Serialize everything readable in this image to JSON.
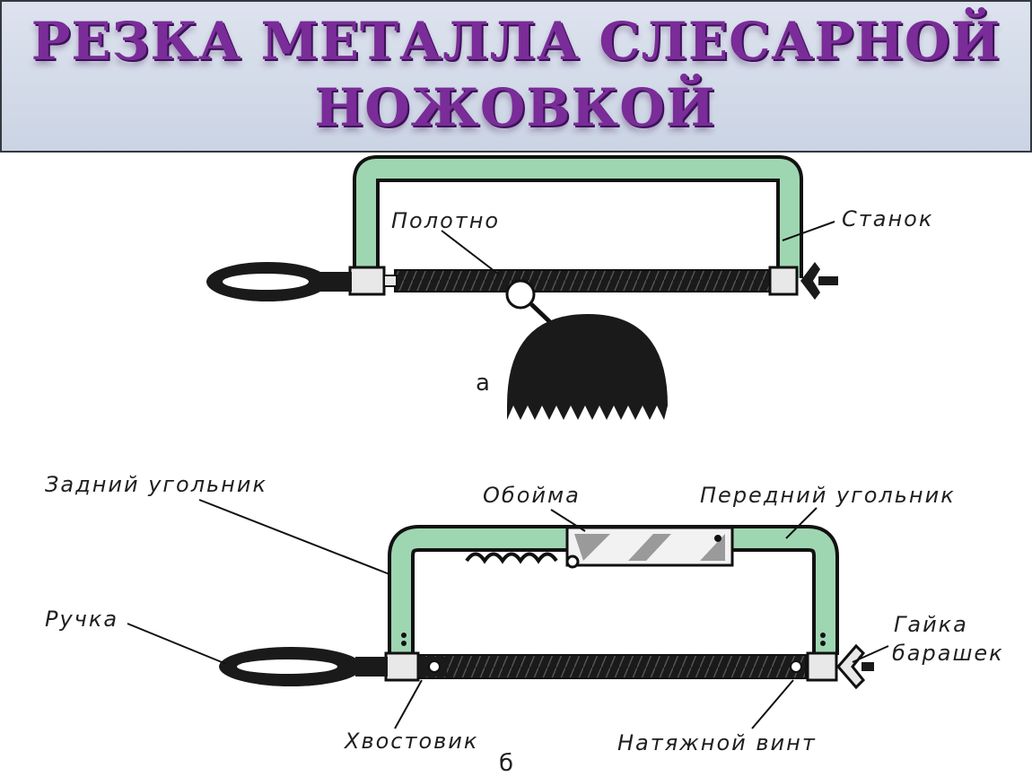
{
  "title": {
    "line1": "РЕЗКА МЕТАЛЛА СЛЕСАРНОЙ",
    "line2": "НОЖОВКОЙ"
  },
  "figure_a": {
    "letter": "а",
    "labels": {
      "blade": "Полотно",
      "frame": "Станок"
    }
  },
  "figure_b": {
    "letter": "б",
    "labels": {
      "rear_bracket": "Задний угольник",
      "clip": "Обойма",
      "front_bracket": "Передний угольник",
      "handle": "Ручка",
      "wing_nut_1": "Гайка",
      "wing_nut_2": "барашек",
      "shank": "Хвостовик",
      "tension_screw": "Натяжной винт"
    }
  },
  "colors": {
    "title": "#7a2c98",
    "frame_green": "#9fd6b2",
    "frame_outline": "#111111",
    "blade": "#1a1a1a"
  }
}
